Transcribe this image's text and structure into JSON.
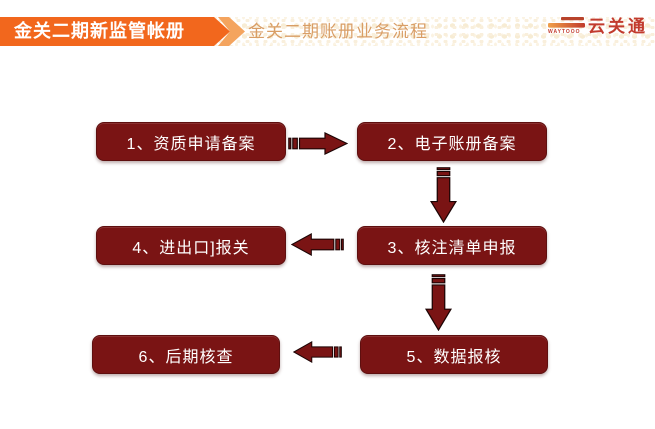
{
  "header": {
    "banner_title": "金关二期新监管帐册",
    "page_title": "金关二期账册业务流程",
    "logo": {
      "brand": "云关通",
      "caption": "WAYTOOO"
    }
  },
  "flow": {
    "steps": [
      {
        "label": "1、资质申请备案"
      },
      {
        "label": "2、电子账册备案"
      },
      {
        "label": "3、核注清单申报"
      },
      {
        "label": "4、进出口]报关"
      },
      {
        "label": "5、数据报核"
      },
      {
        "label": "6、后期核查"
      }
    ],
    "arrows": [
      {
        "from": 1,
        "to": 2,
        "direction": "right"
      },
      {
        "from": 2,
        "to": 3,
        "direction": "down"
      },
      {
        "from": 3,
        "to": 4,
        "direction": "left"
      },
      {
        "from": 3,
        "to": 5,
        "direction": "down"
      },
      {
        "from": 5,
        "to": 6,
        "direction": "left"
      }
    ]
  },
  "colors": {
    "banner_orange": "#f2671d",
    "banner_chevron_light": "#f4a45e",
    "title_tan": "#d99e66",
    "box_red": "#7a1414",
    "arrow_outline": "#1c0505",
    "logo_red": "#c23b2e",
    "texture_cream": "#f9efdc"
  }
}
